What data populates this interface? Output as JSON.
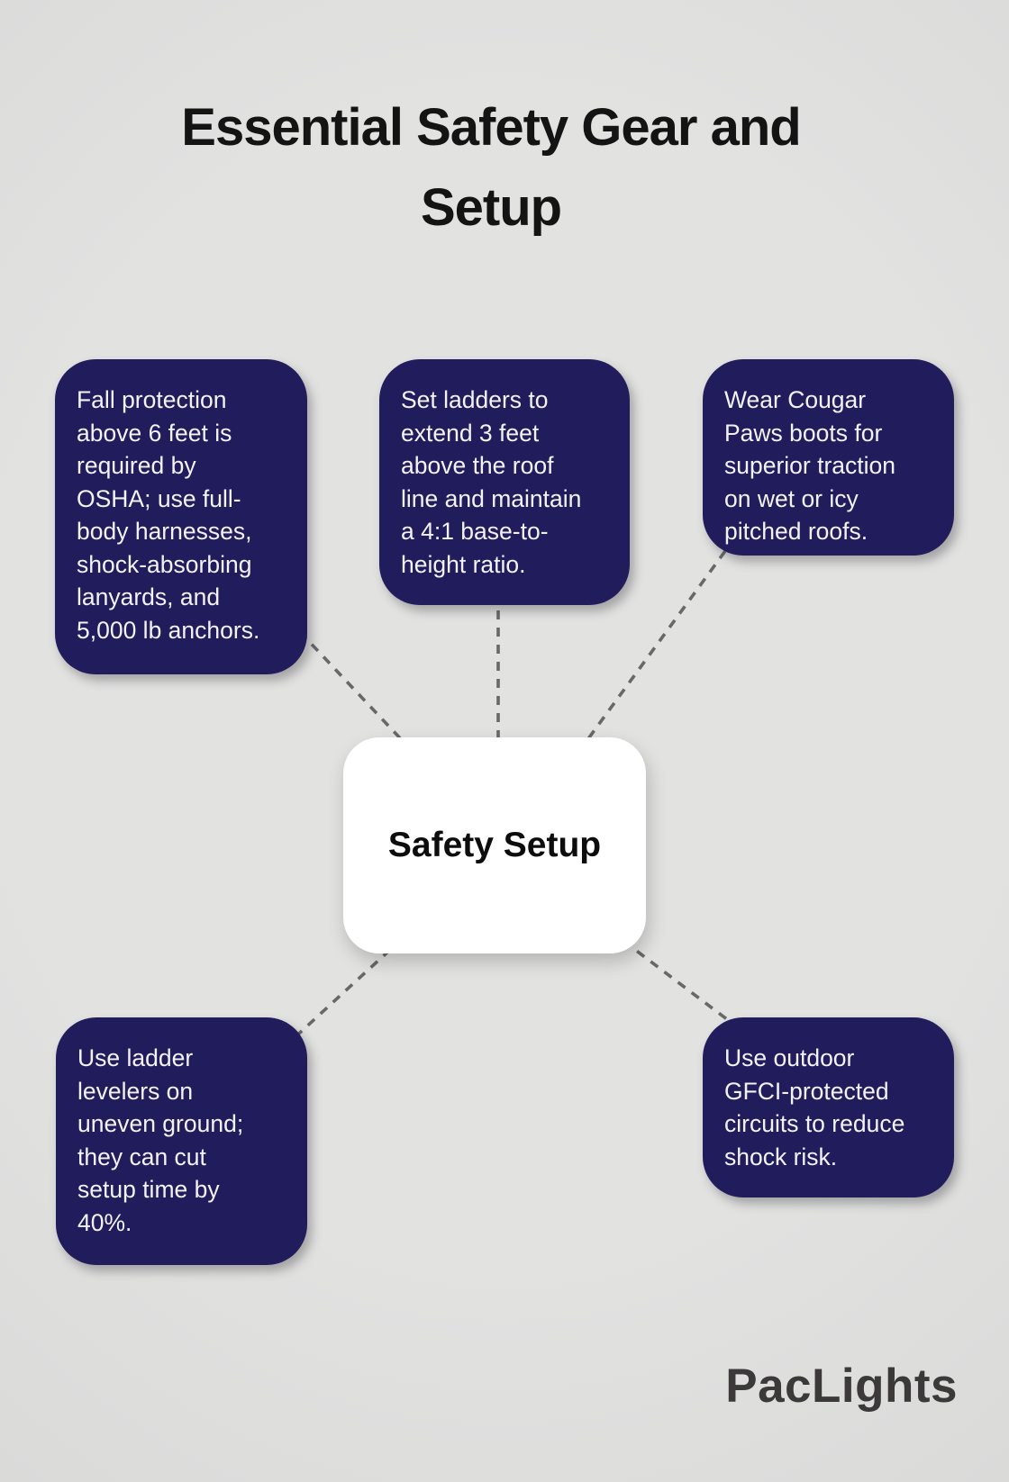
{
  "title": {
    "lines": [
      "Essential Safety Gear and",
      "Setup"
    ]
  },
  "center": {
    "label": "Safety Setup"
  },
  "nodes": [
    {
      "name": "fall-protection",
      "text": "Fall protection above 6 feet is required by OSHA; use full-body harnesses, shock-absorbing lanyards, and 5,000 lb anchors.",
      "lines": [
        "Fall protection",
        "above 6 feet is",
        "required by",
        "OSHA; use full-",
        "body harnesses,",
        "shock-absorbing",
        "lanyards, and",
        "5,000 lb anchors."
      ]
    },
    {
      "name": "ladder-extension",
      "text": "Set ladders to extend 3 feet above the roof line and maintain a 4:1 base-to-height ratio.",
      "lines": [
        "Set ladders to",
        "extend 3 feet",
        "above the roof",
        "line and maintain",
        "a 4:1 base-to-",
        "height ratio."
      ]
    },
    {
      "name": "cougar-paws-boots",
      "text": "Wear Cougar Paws boots for superior traction on wet or icy pitched roofs.",
      "lines": [
        "Wear Cougar",
        "Paws boots for",
        "superior traction",
        "on wet or icy",
        "pitched roofs."
      ]
    },
    {
      "name": "ladder-levelers",
      "text": "Use ladder levelers on uneven ground; they can cut setup time by 40%.",
      "lines": [
        "Use ladder",
        "levelers on",
        "uneven ground;",
        "they can cut",
        "setup time by",
        "40%."
      ]
    },
    {
      "name": "gfci-circuits",
      "text": "Use outdoor GFCI-protected circuits to reduce shock risk.",
      "lines": [
        "Use outdoor",
        "GFCI-protected",
        "circuits to reduce",
        "shock risk."
      ]
    }
  ],
  "brand": {
    "name": "PacLights"
  },
  "colors": {
    "bg": "#e2e2e1",
    "bg-edge": "#d9d9d8",
    "node-bg": "#211d5c",
    "node-text": "#f2f2f7",
    "center-bg": "#ffffff",
    "center-text": "#0d0d0d",
    "connector": "#686868",
    "title": "#141414",
    "brand": "#3b393a"
  }
}
